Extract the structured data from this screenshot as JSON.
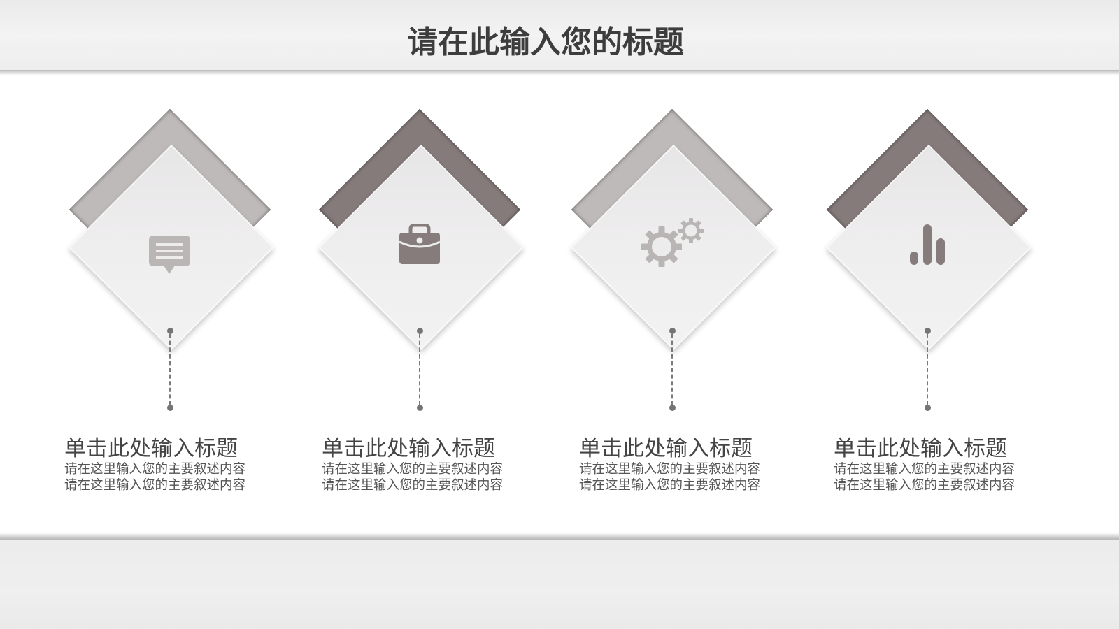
{
  "slide": {
    "title": "请在此输入您的标题"
  },
  "colors": {
    "light_taupe": "#bfbaba",
    "dark_taupe": "#867b7b",
    "icon_light": "#b9b5b5",
    "icon_dark": "#877c7c"
  },
  "items": [
    {
      "icon": "chat-bubble-icon",
      "title": "单击此处输入标题",
      "desc_line1": "请在这里输入您的主要叙述内容",
      "desc_line2": "请在这里输入您的主要叙述内容"
    },
    {
      "icon": "briefcase-icon",
      "title": "单击此处输入标题",
      "desc_line1": "请在这里输入您的主要叙述内容",
      "desc_line2": "请在这里输入您的主要叙述内容"
    },
    {
      "icon": "gears-icon",
      "title": "单击此处输入标题",
      "desc_line1": "请在这里输入您的主要叙述内容",
      "desc_line2": "请在这里输入您的主要叙述内容"
    },
    {
      "icon": "bar-chart-icon",
      "title": "单击此处输入标题",
      "desc_line1": "请在这里输入您的主要叙述内容",
      "desc_line2": "请在这里输入您的主要叙述内容"
    }
  ]
}
